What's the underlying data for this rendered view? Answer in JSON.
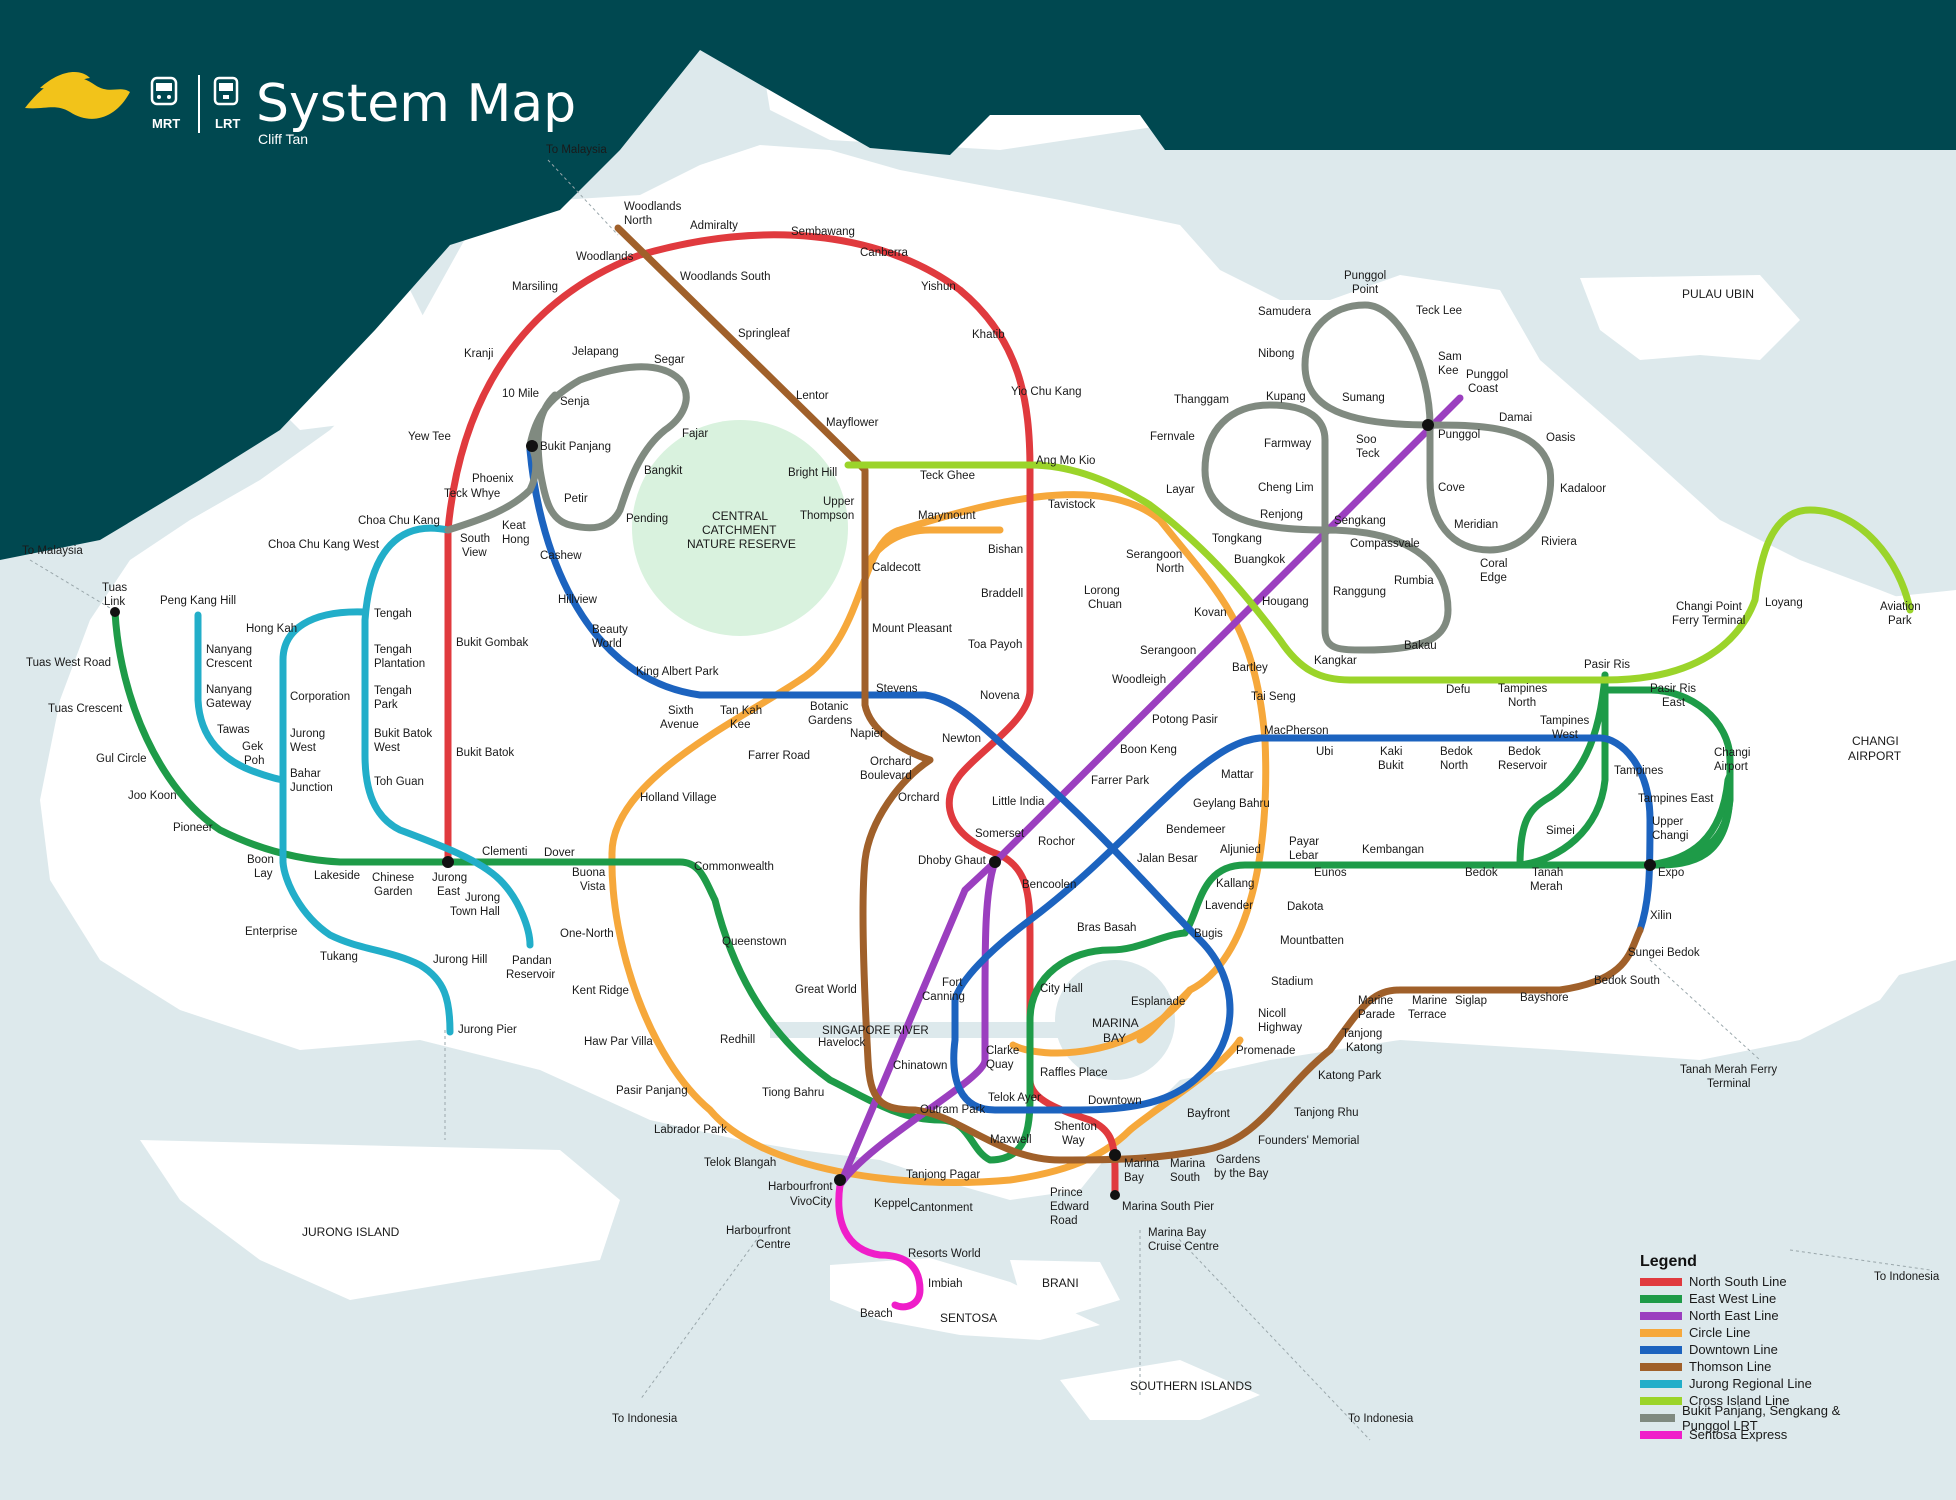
{
  "header": {
    "title": "System Map",
    "author": "Cliff Tan",
    "mrt_label": "MRT",
    "lrt_label": "LRT"
  },
  "colors": {
    "header_bg": "#004850",
    "water": "#dde9ec",
    "land": "#ffffff",
    "nature": "#d9f2de",
    "logo": "#f2c31a"
  },
  "regions": {
    "pulau_ubin": "PULAU UBIN",
    "changi_airport": [
      "CHANGI",
      "AIRPORT"
    ],
    "jurong_island": "JURONG ISLAND",
    "sentosa": "SENTOSA",
    "brani": "BRANI",
    "southern_islands": "SOUTHERN ISLANDS",
    "central_catchment": [
      "CENTRAL",
      "CATCHMENT",
      "NATURE RESERVE"
    ],
    "marina_bay": [
      "MARINA",
      "BAY"
    ],
    "singapore_river": "SINGAPORE RIVER"
  },
  "directions": {
    "to_malaysia_north": "To Malaysia",
    "to_malaysia_west": "To Malaysia",
    "to_indonesia_sw": "To Indonesia",
    "to_indonesia_s": "To Indonesia",
    "to_indonesia_se": "To Indonesia",
    "changi_point": [
      "Changi Point",
      "Ferry Terminal"
    ],
    "tanah_merah_ferry": [
      "Tanah Merah Ferry",
      "Terminal"
    ],
    "marina_bay_cruise": [
      "Marina Bay",
      "Cruise Centre"
    ],
    "harbourfront_centre": [
      "Harbourfront",
      "Centre"
    ],
    "marina_south_pier": "Marina South Pier"
  },
  "legend": {
    "title": "Legend",
    "items": [
      {
        "label": "North South Line",
        "color": "#e03a3e"
      },
      {
        "label": "East West Line",
        "color": "#1e9b48"
      },
      {
        "label": "North East Line",
        "color": "#9b3fbf"
      },
      {
        "label": "Circle Line",
        "color": "#f6a83b"
      },
      {
        "label": "Downtown Line",
        "color": "#1c63bf"
      },
      {
        "label": "Thomson Line",
        "color": "#a0602a"
      },
      {
        "label": "Jurong Regional Line",
        "color": "#22aec9"
      },
      {
        "label": "Cross Island Line",
        "color": "#9bd42a"
      },
      {
        "label": "Bukit Panjang, Sengkang & Punggol LRT",
        "color": "#808a80"
      },
      {
        "label": "Sentosa Express",
        "color": "#ef1ec9"
      }
    ]
  },
  "stations": {
    "woodlands_north": [
      "Woodlands",
      "North"
    ],
    "admiralty": "Admiralty",
    "sembawang": "Sembawang",
    "canberra": "Canberra",
    "yishun": "Yishun",
    "khatib": "Khatib",
    "yio_chu_kang": "Yio Chu Kang",
    "ang_mo_kio": "Ang Mo Kio",
    "woodlands": "Woodlands",
    "woodlands_south": "Woodlands South",
    "marsiling": "Marsiling",
    "kranji": "Kranji",
    "yew_tee": "Yew Tee",
    "springleaf": "Springleaf",
    "lentor": "Lentor",
    "mayflower": "Mayflower",
    "bright_hill": "Bright Hill",
    "upper_thompson": [
      "Upper",
      "Thompson"
    ],
    "teck_ghee": "Teck Ghee",
    "tavistock": "Tavistock",
    "marymount": "Marymount",
    "bishan": "Bishan",
    "caldecott": "Caldecott",
    "braddell": "Braddell",
    "toa_payoh": "Toa Payoh",
    "mount_pleasant": "Mount Pleasant",
    "novena": "Novena",
    "stevens": "Stevens",
    "newton": "Newton",
    "napier": "Napier",
    "orchard_boulevard": [
      "Orchard",
      "Boulevard"
    ],
    "orchard": "Orchard",
    "somerset": "Somerset",
    "dhoby_ghaut": "Dhoby Ghaut",
    "bencoolen": "Bencoolen",
    "city_hall": "City Hall",
    "raffles_place": "Raffles Place",
    "downtown": "Downtown",
    "telok_ayer": "Telok Ayer",
    "clarke_quay": [
      "Clarke",
      "Quay"
    ],
    "fort_canning": [
      "Fort",
      "Canning"
    ],
    "chinatown": "Chinatown",
    "havelock": "Havelock",
    "great_world": "Great World",
    "outram_park": "Outram Park",
    "maxwell": "Maxwell",
    "shenton_way": [
      "Shenton",
      "Way"
    ],
    "tanjong_pagar": "Tanjong Pagar",
    "marina_bay_stn": [
      "Marina",
      "Bay"
    ],
    "marina_south": [
      "Marina",
      "South"
    ],
    "gardens_by_the_bay": [
      "Gardens",
      "by the Bay"
    ],
    "bayfront": "Bayfront",
    "promenade": "Promenade",
    "esplanade": "Esplanade",
    "nicoll_highway": [
      "Nicoll",
      "Highway"
    ],
    "stadium": "Stadium",
    "mountbatten": "Mountbatten",
    "dakota": "Dakota",
    "paya_lebar": [
      "Payar",
      "Lebar"
    ],
    "macpherson": "MacPherson",
    "tai_seng": "Tai Seng",
    "bartley": "Bartley",
    "serangoon": "Serangoon",
    "lorong_chuan": [
      "Lorong",
      "Chuan"
    ],
    "serangoon_north": [
      "Serangoon",
      "North"
    ],
    "kovan": "Kovan",
    "hougang": "Hougang",
    "buangkok": "Buangkok",
    "sengkang": "Sengkang",
    "punggol": "Punggol",
    "punggol_coast": [
      "Punggol",
      "Coast"
    ],
    "woodleigh": "Woodleigh",
    "potong_pasir": "Potong Pasir",
    "boon_keng": "Boon Keng",
    "farrer_park": "Farrer Park",
    "little_india": "Little India",
    "rochor": "Rochor",
    "jalan_besar": "Jalan Besar",
    "bendemeer": "Bendemeer",
    "geylang_bahru": "Geylang Bahru",
    "mattar": "Mattar",
    "bugis": "Bugis",
    "bras_basah": "Bras Basah",
    "lavender": "Lavender",
    "kallang": "Kallang",
    "aljunied": "Aljunied",
    "eunos": "Eunos",
    "kembangan": "Kembangan",
    "bedok": "Bedok",
    "tanah_merah": [
      "Tanah",
      "Merah"
    ],
    "simei": "Simei",
    "tampines": "Tampines",
    "tampines_east": "Tampines East",
    "upper_changi": [
      "Upper",
      "Changi"
    ],
    "expo": "Expo",
    "changi_airport_stn": [
      "Changi",
      "Airport"
    ],
    "ubi": "Ubi",
    "kaki_bukit": [
      "Kaki",
      "Bukit"
    ],
    "bedok_north": [
      "Bedok",
      "North"
    ],
    "bedok_reservoir": [
      "Bedok",
      "Reservoir"
    ],
    "tampines_west": [
      "Tampines",
      "West"
    ],
    "xilin": "Xilin",
    "sungei_bedok": "Sungei Bedok",
    "bedok_south": "Bedok South",
    "bayshore": "Bayshore",
    "siglap": "Siglap",
    "marine_terrace": [
      "Marine",
      "Terrace"
    ],
    "marine_parade": [
      "Marine",
      "Parade"
    ],
    "tanjong_katong": [
      "Tanjong",
      "Katong"
    ],
    "katong_park": "Katong Park",
    "tanjong_rhu": "Tanjong Rhu",
    "founders_memorial": "Founders' Memorial",
    "pasir_ris": "Pasir Ris",
    "pasir_ris_east": [
      "Pasir Ris",
      "East"
    ],
    "loyang": "Loyang",
    "aviation_park": [
      "Aviation",
      "Park"
    ],
    "defu": "Defu",
    "tampines_north": [
      "Tampines",
      "North"
    ],
    "kangkar": "Kangkar",
    "punggol_point": [
      "Punggol",
      "Point"
    ],
    "teck_lee": "Teck Lee",
    "samudera": "Samudera",
    "sam_kee": [
      "Sam",
      "Kee"
    ],
    "nibong": "Nibong",
    "sumang": "Sumang",
    "soo_teck": [
      "Soo",
      "Teck"
    ],
    "damai": "Damai",
    "oasis": "Oasis",
    "kadaloor": "Kadaloor",
    "riviera": "Riviera",
    "coral_edge": [
      "Coral",
      "Edge"
    ],
    "meridian": "Meridian",
    "cove": "Cove",
    "thanggam": "Thanggam",
    "kupang": "Kupang",
    "fernvale": "Fernvale",
    "farmway": "Farmway",
    "layar": "Layar",
    "cheng_lim": "Cheng Lim",
    "tongkang": "Tongkang",
    "renjong": "Renjong",
    "compassvale": "Compassvale",
    "rumbia": "Rumbia",
    "ranggung": "Ranggung",
    "bakau": "Bakau",
    "jelapang": "Jelapang",
    "segar": "Segar",
    "ten_mile": "10 Mile",
    "senja": "Senja",
    "fajar": "Fajar",
    "bukit_panjang": "Bukit Panjang",
    "bangkit": "Bangkit",
    "petir": "Petir",
    "pending": "Pending",
    "phoenix": "Phoenix",
    "teck_whye": "Teck Whye",
    "choa_chu_kang": "Choa Chu Kang",
    "choa_chu_kang_west": "Choa Chu Kang West",
    "south_view": [
      "South",
      "View"
    ],
    "keat_hong": [
      "Keat",
      "Hong"
    ],
    "cashew": "Cashew",
    "hillview": "Hillview",
    "beauty_world": [
      "Beauty",
      "World"
    ],
    "king_albert_park": "King Albert Park",
    "sixth_avenue": [
      "Sixth",
      "Avenue"
    ],
    "tan_kah_kee": [
      "Tan Kah",
      "Kee"
    ],
    "botanic_gardens": [
      "Botanic",
      "Gardens"
    ],
    "farrer_road": "Farrer Road",
    "holland_village": "Holland Village",
    "buona_vista": [
      "Buona",
      "Vista"
    ],
    "one_north": "One-North",
    "kent_ridge": "Kent Ridge",
    "haw_par_villa": "Haw Par Villa",
    "pasir_panjang": "Pasir Panjang",
    "labrador_park": "Labrador Park",
    "telok_blangah": "Telok Blangah",
    "harbourfront": "Harbourfront",
    "vivocity": "VivoCity",
    "keppel": "Keppel",
    "cantonment": "Cantonment",
    "prince_edward_road": [
      "Prince",
      "Edward",
      "Road"
    ],
    "marina_south_pier": "Marina South Pier",
    "resorts_world": "Resorts World",
    "imbiah": "Imbiah",
    "beach": "Beach",
    "commonwealth": "Commonwealth",
    "queenstown": "Queenstown",
    "redhill": "Redhill",
    "tiong_bahru": "Tiong Bahru",
    "dover": "Dover",
    "clementi": "Clementi",
    "jurong_east": [
      "Jurong",
      "East"
    ],
    "jurong_town_hall": [
      "Jurong",
      "Town Hall"
    ],
    "pandan_reservoir": [
      "Pandan",
      "Reservoir"
    ],
    "chinese_garden": [
      "Chinese",
      "Garden"
    ],
    "lakeside": "Lakeside",
    "boon_lay": [
      "Boon",
      "Lay"
    ],
    "pioneer": "Pioneer",
    "joo_koon": "Joo Koon",
    "gul_circle": "Gul Circle",
    "tuas_crescent": "Tuas Crescent",
    "tuas_west_road": "Tuas West Road",
    "tuas_link": [
      "Tuas",
      "Link"
    ],
    "bukit_gombak": "Bukit Gombak",
    "bukit_batok": "Bukit Batok",
    "tengah": "Tengah",
    "tengah_plantation": [
      "Tengah",
      "Plantation"
    ],
    "tengah_park": [
      "Tengah",
      "Park"
    ],
    "bukit_batok_west": [
      "Bukit Batok",
      "West"
    ],
    "toh_guan": "Toh Guan",
    "peng_kang_hill": "Peng Kang Hill",
    "hong_kah": "Hong Kah",
    "nanyang_crescent": [
      "Nanyang",
      "Crescent"
    ],
    "nanyang_gateway": [
      "Nanyang",
      "Gateway"
    ],
    "tawas": "Tawas",
    "gek_poh": [
      "Gek",
      "Poh"
    ],
    "corporation": "Corporation",
    "jurong_west": [
      "Jurong",
      "West"
    ],
    "bahar_junction": [
      "Bahar",
      "Junction"
    ],
    "enterprise": "Enterprise",
    "tukang": "Tukang",
    "jurong_hill": "Jurong Hill",
    "jurong_pier": "Jurong Pier"
  }
}
